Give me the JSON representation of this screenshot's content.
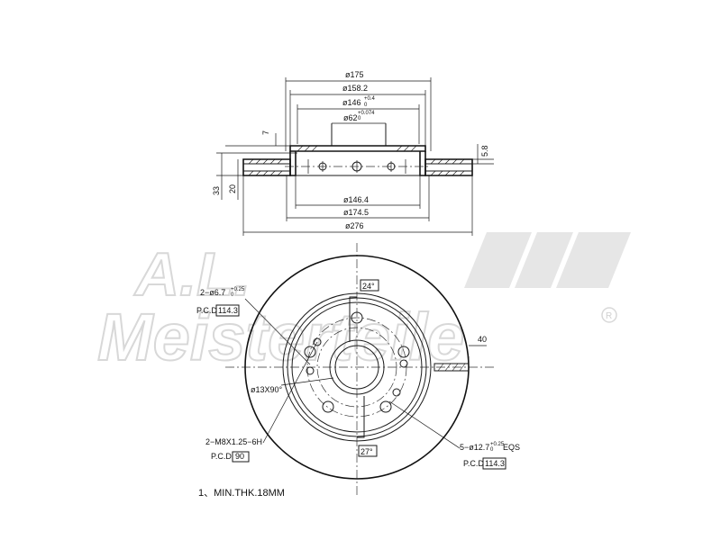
{
  "watermark": {
    "top_text": "A.L.",
    "main_text": "Meisterteile",
    "registered_mark": "R"
  },
  "section_view": {
    "dims_top": {
      "d175": "ø175",
      "d158": "ø158.2",
      "d146": "ø146",
      "d146_tol": "+0.4",
      "d146_tol2": "0",
      "d62": "ø62",
      "d62_tol": "+0.074",
      "d62_tol2": "0"
    },
    "dims_bottom": {
      "d146_4": "ø146.4",
      "d174_5": "ø174.5",
      "d276": "ø276"
    },
    "dims_side": {
      "h7": "7",
      "h33": "33",
      "h20": "20",
      "h5_8": "5.8"
    }
  },
  "front_view": {
    "angle_top": "24°",
    "angle_bottom": "27°",
    "hole_spec_1": "2−ø6.7",
    "hole_spec_1_tol": "+0.25",
    "hole_spec_1_tol2": "0",
    "pcd_label_1": "P.C.D",
    "pcd_value_1": "114.3",
    "center_bore": "ø13X90°",
    "thread_spec": "2−M8X1.25−6H",
    "pcd_label_2": "P.C.D",
    "pcd_value_2": "90",
    "bolt_spec": "5−ø12.7",
    "bolt_spec_tol": "+0.25",
    "bolt_spec_tol2": "0",
    "bolt_spec_suffix": "EQS",
    "pcd_label_3": "P.C.D",
    "pcd_value_3": "114.3",
    "vent_width": "40"
  },
  "note": "1、MIN.THK.18MM"
}
